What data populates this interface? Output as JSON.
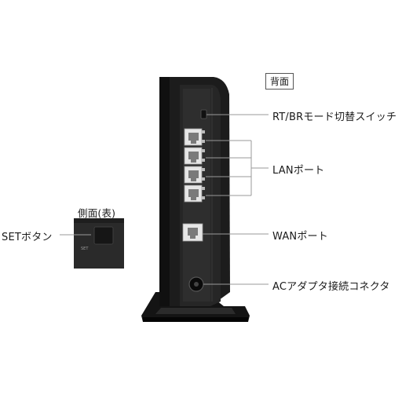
{
  "title": "背面",
  "side_view": {
    "caption": "側面(表)",
    "button_print": "SET"
  },
  "labels": {
    "rt_br_switch": "RT/BRモード切替スイッチ",
    "lan_port": "LANポート",
    "wan_port": "WANポート",
    "ac_connector": "ACアダプタ接続コネクタ",
    "set_button": "SETボタン"
  },
  "colors": {
    "device_body": "#1c1c1c",
    "panel": "#2a2a2a",
    "leader_line": "#9a9a9a",
    "port": "#e6e6e6"
  }
}
